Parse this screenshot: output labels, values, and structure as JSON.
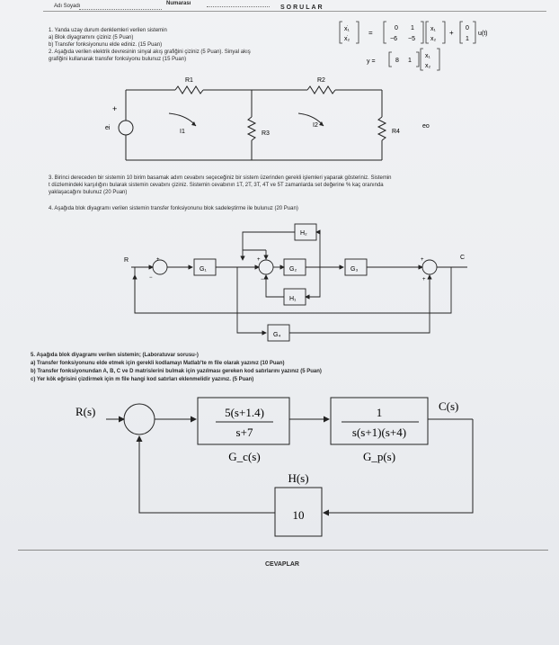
{
  "header": {
    "name_label": "Adı Soyadı",
    "number_label": "Numarası",
    "title": "SORULAR"
  },
  "q1": {
    "line1": "1. Yanda uzay durum denklemleri verilen sistemin",
    "a": "a) Blok diyagramını çiziniz (5 Puan)",
    "b": "b) Transfer fonksiyonunu elde ediniz. (15 Puan)"
  },
  "q2": {
    "line1": "2. Aşağıda verilen elektrik devresinin sinyal akış grafiğini çiziniz (5 Puan). Sinyal akış",
    "line2": "grafiğini kullanarak transfer fonksiyonu bulunuz (15 Puan)"
  },
  "state_space": {
    "x1": "x₁",
    "x2": "x₂",
    "A": [
      "0",
      "1",
      "−6",
      "−5"
    ],
    "B": [
      "0",
      "1"
    ],
    "u": "u(t)",
    "y": "y =",
    "C": [
      "8",
      "1"
    ]
  },
  "circuit": {
    "r1": "R1",
    "r2": "R2",
    "r3": "R3",
    "r4": "R4",
    "ei": "ei",
    "eo": "eo",
    "i1": "I1",
    "i2": "I2",
    "plus": "+"
  },
  "q3": {
    "line1": "3. Birinci dereceden bir sistemin 10 birim basamak adım cevabını seçeceğiniz bir sistem üzerinden gerekli işlemleri yaparak gösteriniz. Sistemin",
    "line2": "t düzlemindeki karşılığını bularak sistemin cevabını çiziniz. Sistemin cevabının 1T, 2T, 3T, 4T ve 5T zamanlarda set değerine % kaç oranında",
    "line3": "yaklaşacağını bulunuz (20 Puan)"
  },
  "q4": {
    "line1": "4. Aşağıda blok diyagramı verilen sistemin transfer fonksiyonunu blok sadeleştirme ile bulunuz (20 Puan)"
  },
  "diagram4": {
    "r": "R",
    "c": "C",
    "g1": "G₁",
    "g2": "G₂",
    "g3": "G₃",
    "g4": "G₄",
    "h1": "H₁",
    "h2": "H₂"
  },
  "q5": {
    "line1": "5. Aşağıda blok diyagramı verilen sistemin; (Laboratuvar sorusu-)",
    "a": "a) Transfer fonksiyonunu elde etmek için gerekli kodlamayı Matlab'te m file olarak yazınız (10 Puan)",
    "b": "b) Transfer fonksiyonundan A, B, C ve D matrislerini bulmak için yazılması gereken kod satırlarını yazınız (5 Puan)",
    "c": "c) Yer kök eğrisini çizdirmek için m file hangi kod satırları eklenmelidir yazınız. (5 Puan)"
  },
  "diagram5": {
    "r": "R(s)",
    "c": "C(s)",
    "gc_num": "5(s+1.4)",
    "gc_den": "s+7",
    "gc_label": "G_c(s)",
    "gp_num": "1",
    "gp_den": "s(s+1)(s+4)",
    "gp_label": "G_p(s)",
    "h_label": "H(s)",
    "h_value": "10"
  },
  "footer": {
    "answers_label": "CEVAPLAR"
  }
}
